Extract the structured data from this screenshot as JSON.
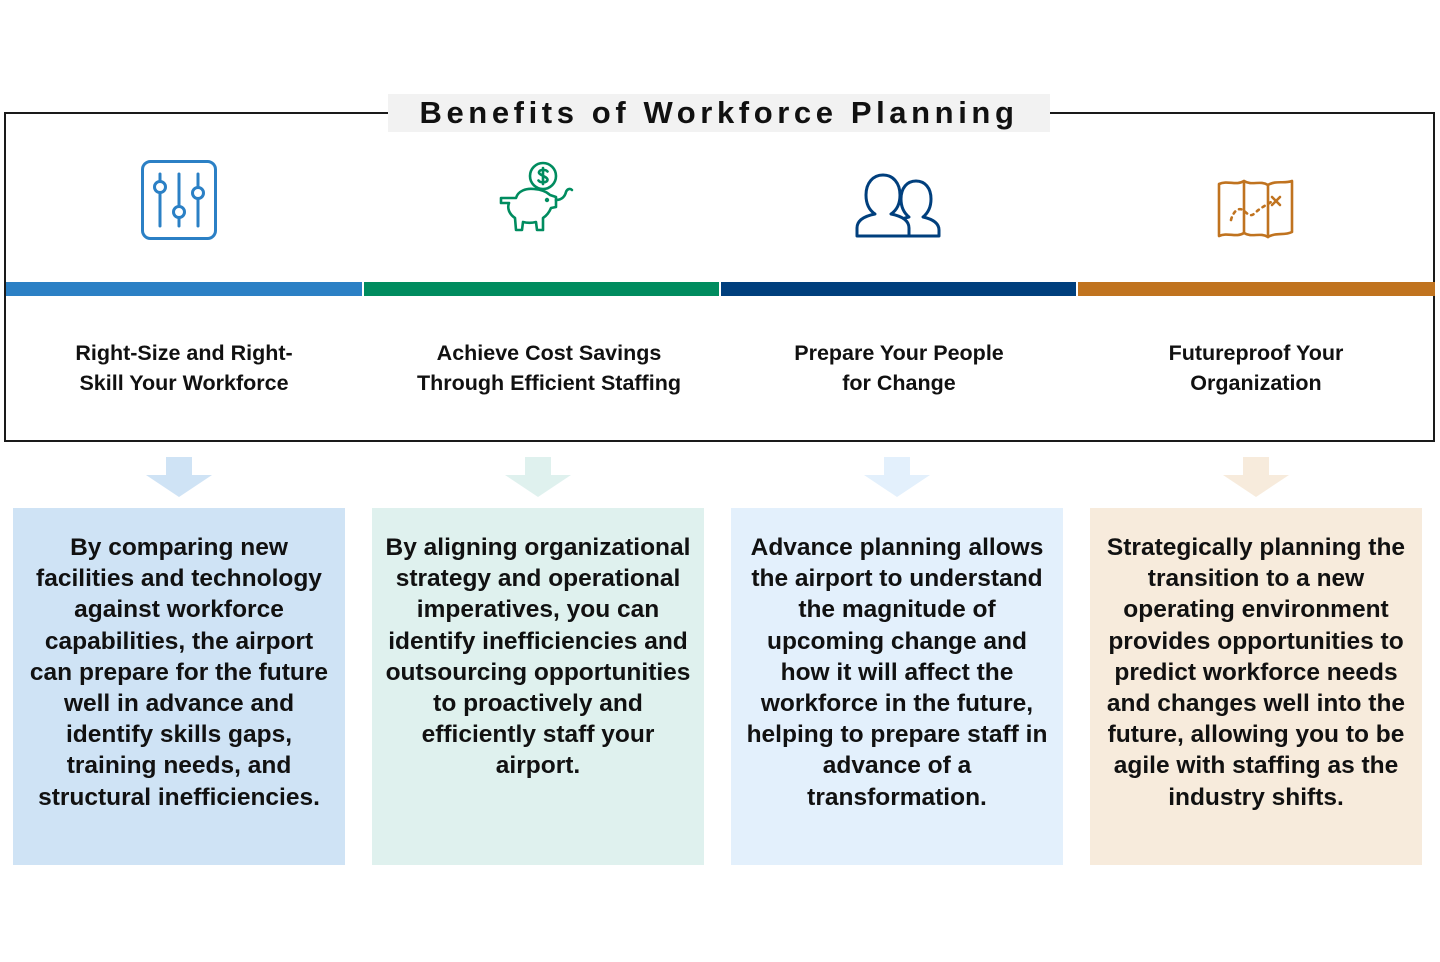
{
  "title": "Benefits of Workforce Planning",
  "colors": {
    "frame_border": "#1a1a1a",
    "title_background": "#f2f2f2",
    "col1_accent": "#2b80c5",
    "col2_accent": "#008c5f",
    "col3_accent": "#003f7d",
    "col4_accent": "#c0731f",
    "col1_card": "#cfe3f5",
    "col2_card": "#dff1ee",
    "col3_card": "#e3f0fc",
    "col4_card": "#f7ebdc"
  },
  "columns": [
    {
      "icon": "sliders-icon",
      "heading": "Right-Size and Right-Skill Your Workforce",
      "body": "By comparing new facilities and technology against workforce capabilities, the airport can prepare for the future well in advance and identify skills gaps, training needs, and structural inefficiencies."
    },
    {
      "icon": "piggy-bank-dollar-icon",
      "heading": "Achieve Cost Savings Through Efficient Staffing",
      "body": "By aligning organizational strategy and operational imperatives, you can identify inefficiencies and outsourcing opportunities to proactively and efficiently staff your airport."
    },
    {
      "icon": "two-people-icon",
      "heading": "Prepare Your People for Change",
      "body": "Advance planning allows the airport to understand the magnitude of upcoming change and how it will affect the workforce in the future, helping to prepare staff in advance of a transformation."
    },
    {
      "icon": "treasure-map-icon",
      "heading": "Futureproof Your Organization",
      "body": "Strategically planning the transition to a new operating environment provides opportunities to predict workforce needs and changes well into the future, allowing you to be agile with staffing as the industry shifts."
    }
  ]
}
